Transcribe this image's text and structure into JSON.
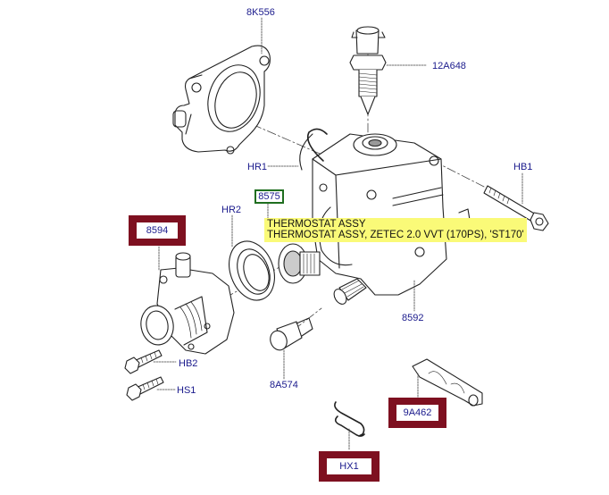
{
  "diagram": {
    "title": "Thermostat housing exploded view",
    "parts": [
      {
        "id": "8K556",
        "label": "8K556"
      },
      {
        "id": "12A648",
        "label": "12A648"
      },
      {
        "id": "HR1",
        "label": "HR1"
      },
      {
        "id": "HB1",
        "label": "HB1"
      },
      {
        "id": "8575",
        "label": "8575"
      },
      {
        "id": "HR2",
        "label": "HR2"
      },
      {
        "id": "8594",
        "label": "8594"
      },
      {
        "id": "8592",
        "label": "8592"
      },
      {
        "id": "HB2",
        "label": "HB2"
      },
      {
        "id": "HS1",
        "label": "HS1"
      },
      {
        "id": "8A574",
        "label": "8A574"
      },
      {
        "id": "9A462",
        "label": "9A462"
      },
      {
        "id": "HX1",
        "label": "HX1"
      }
    ],
    "tooltip": {
      "line1": "THERMOSTAT ASSY",
      "line2": "THERMOSTAT ASSY, ZETEC 2.0 VVT (170PS), 'ST170'"
    },
    "colors": {
      "label_text": "#1a1a8c",
      "highlight_box": "#7e1020",
      "selected_box": "#1f6e1f",
      "tooltip_bg": "#fafa78",
      "line_art": "#222222"
    }
  }
}
